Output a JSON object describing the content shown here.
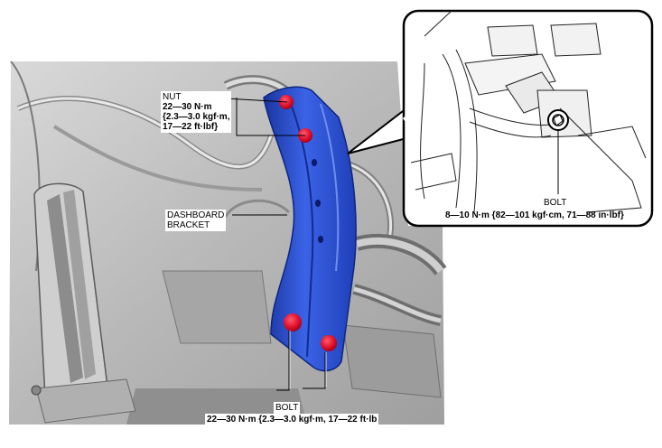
{
  "labels": {
    "nut": {
      "name": "NUT",
      "torque_nm": "22—30 N·m",
      "torque_kgf": "{2.3—3.0 kgf·m,",
      "torque_ftlbf": "17—22 ft·lbf}"
    },
    "bracket": {
      "line1": "DASHBOARD",
      "line2": "BRACKET"
    },
    "bolt_bottom": {
      "name": "BOLT",
      "torque": "22—30 N·m {2.3—3.0 kgf·m, 17—22 ft·lb"
    },
    "bolt_inset": {
      "name": "BOLT",
      "torque": "8—10 N·m {82—101 kgf·cm, 71—88 in·lbf}"
    }
  },
  "colors": {
    "bracket": "#2a4fd0",
    "bracket_dark": "#1a35a0",
    "fastener": "#e0102a",
    "background_gray": "#bdbdbd",
    "inset_border": "#000000"
  }
}
